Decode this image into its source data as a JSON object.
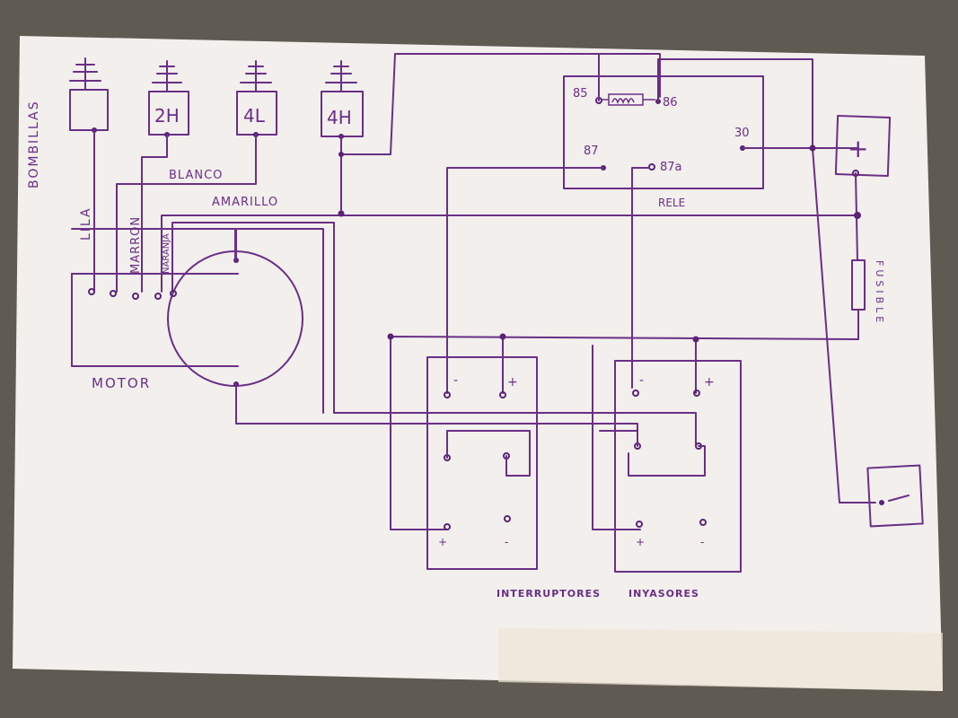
{
  "labels": {
    "side_title": "BOMBILLAS",
    "bulb_2h": "2H",
    "bulb_4l": "4L",
    "bulb_4h": "4H",
    "wire_lila": "LILA",
    "wire_marron": "MARRON",
    "wire_naranja": "NARANJA",
    "wire_blanco": "BLANCO",
    "wire_amarillo": "AMARILLO",
    "motor": "MOTOR",
    "relay": "RELE",
    "pin_85": "85",
    "pin_86": "86",
    "pin_87": "87",
    "pin_87a": "87a",
    "pin_30": "30",
    "fuse": "FUSIBLE",
    "battery_plus": "+",
    "battery_minus": "−",
    "switches": "INTERRUPTORES",
    "sensors": "INYASORES",
    "sw_minus": "-",
    "sw_plus": "+",
    "sw_bottom_plus": "+",
    "sw_bottom_minus": "-"
  },
  "colors": {
    "ink": "#6a2f86",
    "paper": "#f4f1ee",
    "background": "#5f5a52"
  }
}
